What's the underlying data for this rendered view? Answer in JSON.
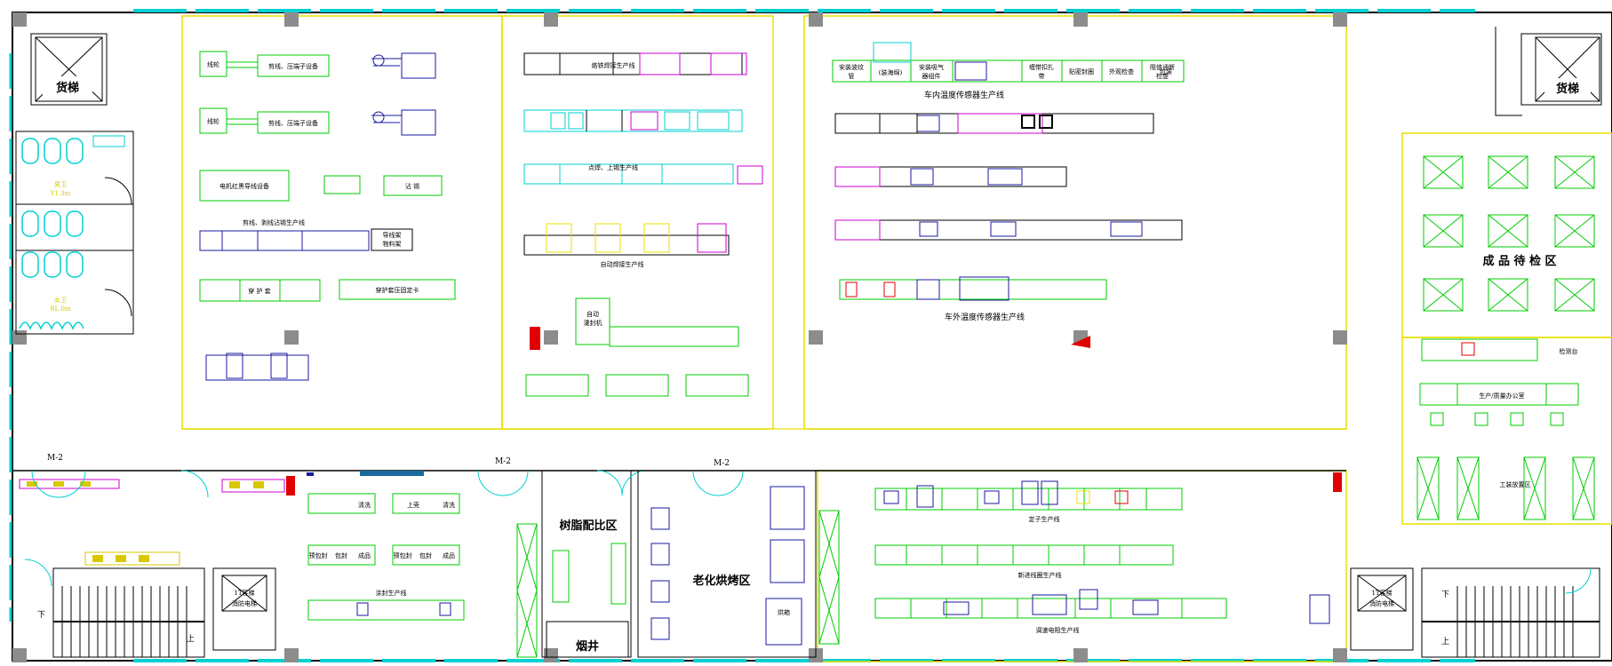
{
  "labels": {
    "elevator_left": "货梯",
    "elevator_right": "货梯",
    "restroom_male_line1": "男卫",
    "restroom_male_line2": "Y1.3m",
    "restroom_female_line1": "女卫",
    "restroom_female_line2": "RL.0m",
    "m2_a": "M-2",
    "m2_b": "M-2",
    "m2_c": "M-2",
    "cut_press_1": "剪线、压端子设备",
    "cut_press_2": "剪线、压端子设备",
    "wire_1": "线轮",
    "wire_2": "线轮",
    "motor_cable": "电机红黑导线设备",
    "wire_strip_line": "剪线、剥线沾锡生产线",
    "tin": "沾  锡",
    "wire_rack": "导线架\n物料架",
    "sheath": "穿 护 套",
    "sheath_fix": "穿护套压固定卡",
    "spot_weld_line": "点焊、上锡生产线",
    "auto_weld_line": "自动焊接生产线",
    "auto_glue": "自动\n灌封机",
    "incar_sensor_line": "车内温度传感器生产线",
    "outcar_sensor_line": "车外温度传感器生产线",
    "install_ripple": "安装波纹管",
    "install_seal": "(装海绵)",
    "install_vent": "安装吸气器组件",
    "tape_wrap": "缠带扣扎带",
    "label_seal": "贴密封圈",
    "visual_check": "外观检查",
    "conduct_check": "阻值通断检查",
    "packing": "包装",
    "finished_qc": "成 品 待 检 区",
    "test_bench": "检测台",
    "office": "生产/质量办公室",
    "tooling_area": "工装放置区",
    "clean_1": "清洗",
    "clean_2": "清洗",
    "upper_shell": "上壳",
    "pre_pack_1": "预包封",
    "seal_1": "包封",
    "finish_1": "成品",
    "pre_pack_2": "预包封",
    "seal_2": "包封",
    "finish_2": "成品",
    "encapsulation_line": "涂封生产线",
    "resin_area": "树脂配比区",
    "aging_area": "老化烘烤区",
    "chimney": "烟井",
    "oven": "烘箱",
    "stator_line": "定子生产线",
    "new_coil_line": "新进线圈生产线",
    "speed_resistor_line": "调速电阻生产线",
    "fire_elevator_left": "1T客梯\n消防电梯",
    "fire_elevator_right": "1T客梯\n消防电梯",
    "down_left": "下",
    "up_left": "上",
    "down_right": "下",
    "up_right": "上"
  },
  "colors": {
    "wall": "#000000",
    "zone": "#e8e000",
    "equipment": "#00cc00",
    "cyan": "#00d0d0",
    "magenta": "#d000d0",
    "blue": "#1a1aa0",
    "red": "#e00000",
    "column": "#8c8c8c"
  }
}
